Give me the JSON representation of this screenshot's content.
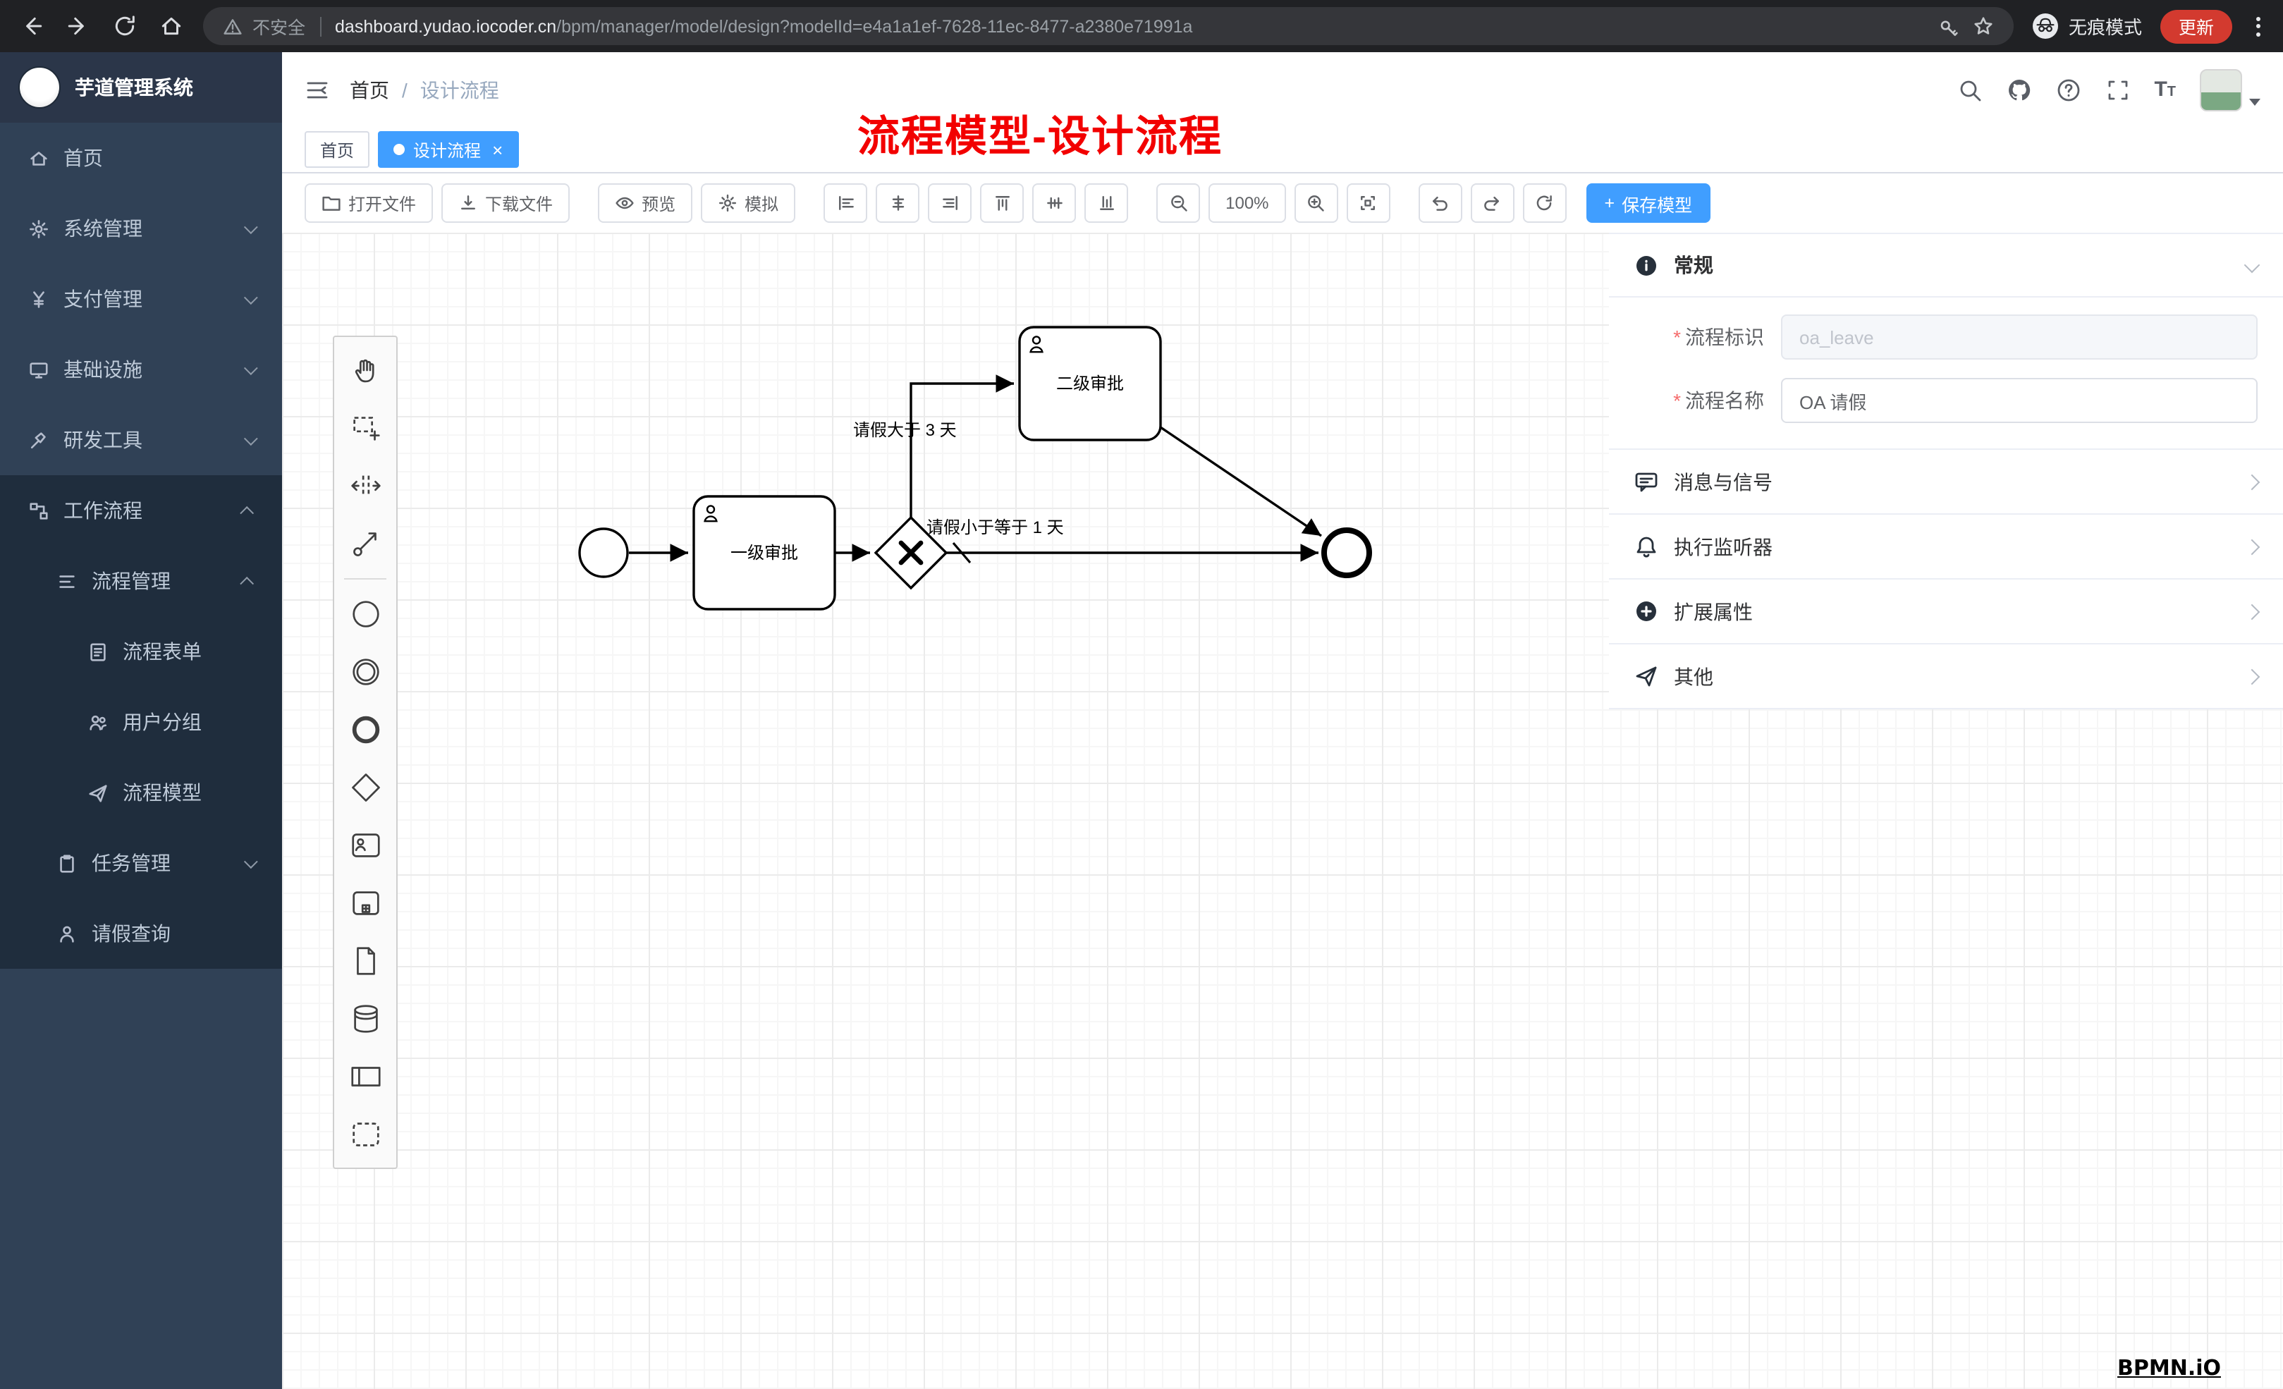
{
  "browser": {
    "security_label": "不安全",
    "url_host": "dashboard.yudao.iocoder.cn",
    "url_path": "/bpm/manager/model/design?modelId=e4a1a1ef-7628-11ec-8477-a2380e71991a",
    "incognito_label": "无痕模式",
    "update_label": "更新"
  },
  "sidebar": {
    "app_title": "芋道管理系统",
    "items": [
      {
        "label": "首页"
      },
      {
        "label": "系统管理"
      },
      {
        "label": "支付管理"
      },
      {
        "label": "基础设施"
      },
      {
        "label": "研发工具"
      },
      {
        "label": "工作流程"
      },
      {
        "label": "流程管理"
      },
      {
        "label": "流程表单"
      },
      {
        "label": "用户分组"
      },
      {
        "label": "流程模型"
      },
      {
        "label": "任务管理"
      },
      {
        "label": "请假查询"
      }
    ]
  },
  "header": {
    "breadcrumb_home": "首页",
    "breadcrumb_sep": "/",
    "breadcrumb_current": "设计流程",
    "overlay_title": "流程模型-设计流程"
  },
  "tabs": {
    "home": "首页",
    "active": "设计流程",
    "close": "×"
  },
  "toolbar": {
    "open": "打开文件",
    "download": "下载文件",
    "preview": "预览",
    "simulate": "模拟",
    "zoom_level": "100%",
    "save_plus": "+",
    "save": "保存模型"
  },
  "diagram": {
    "task1": "一级审批",
    "task2": "二级审批",
    "label_gt": "请假大于 3 天",
    "label_lte": "请假小于等于 1 天"
  },
  "panel": {
    "general_title": "常规",
    "field_key_label": "流程标识",
    "field_key_value": "oa_leave",
    "field_name_label": "流程名称",
    "field_name_value": "OA 请假",
    "sections": [
      {
        "label": "消息与信号"
      },
      {
        "label": "执行监听器"
      },
      {
        "label": "扩展属性"
      },
      {
        "label": "其他"
      }
    ]
  },
  "watermark": "BPMN.iO"
}
